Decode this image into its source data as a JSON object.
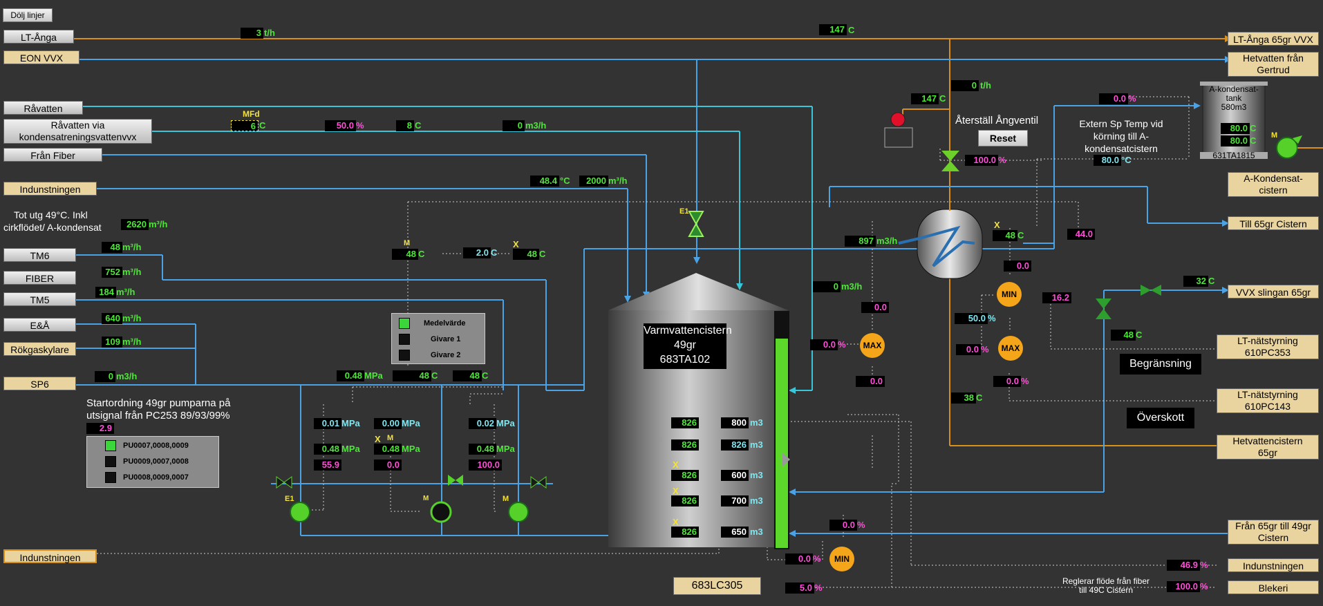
{
  "toolbar": {
    "hide_lines": "Dölj linjer"
  },
  "left_labels": {
    "lt_anga": "LT-Ånga",
    "eon_vvx": "EON VVX",
    "ravatten": "Råvatten",
    "ravatten_via_1": "Råvatten  via",
    "ravatten_via_2": "kondensatreningsvattenvvx",
    "fran_fiber": "Från Fiber",
    "indunstningen_top": "Indunstningen",
    "tm6": "TM6",
    "fiber": "FIBER",
    "tm5": "TM5",
    "ea": "E&Å",
    "rokgaskylare": "Rökgaskylare",
    "sp6": "SP6",
    "indunstningen_bottom": "Indunstningen"
  },
  "right_labels": {
    "lt_anga_65": "LT-Ånga 65gr VVX",
    "hetvatten_gertrud_1": "Hetvatten från",
    "hetvatten_gertrud_2": "Gertrud",
    "a_kondensat_1": "A-Kondensat-",
    "a_kondensat_2": "cistern",
    "till_65gr": "Till 65gr Cistern",
    "vvx_slingan": "VVX slingan 65gr",
    "lt_nat_353_1": "LT-nätstyrning",
    "lt_nat_353_2": "610PC353",
    "lt_nat_143_1": "LT-nätstyrning",
    "lt_nat_143_2": "610PC143",
    "hetvattencistern_1": "Hetvattencistern",
    "hetvattencistern_2": "65gr",
    "fran_65_1": "Från 65gr till 49gr",
    "fran_65_2": "Cistern",
    "indunstningen": "Indunstningen",
    "blekeri": "Blekeri"
  },
  "texts": {
    "tot_utg_1": "Tot utg 49°C. Inkl",
    "tot_utg_2": "cirkflödet/ A-kondensat",
    "mfd": "MFd",
    "aterstall": "Återställ Ångventil",
    "reset": "Reset",
    "extern_1": "Extern Sp Temp vid",
    "extern_2": "körning till A-",
    "extern_3": "kondensatcistern",
    "a_tank_1": "A-kondensat-",
    "a_tank_2": "tank",
    "a_tank_3": "580m3",
    "a_tank_tag": "631TA1815",
    "cistern_1": "Varmvattencistern",
    "cistern_2": "49gr",
    "cistern_3": "683TA102",
    "begransning": "Begränsning",
    "overskott": "Överskott",
    "startordning_1": "Startordning 49gr pumparna på",
    "startordning_2": "utsignal från PC253 89/93/99%",
    "reglerar_1": "Reglerar flöde från fiber",
    "reglerar_2": "till 49C Cistern",
    "lc305": "683LC305",
    "e1_a": "E1",
    "e1_b": "E1",
    "m_a": "M",
    "m_b": "M",
    "m_c": "M",
    "m_d": "M",
    "x_a": "X",
    "x_b": "X",
    "x_c": "X",
    "x_d": "X",
    "x_e": "X",
    "x_f": "X",
    "min": "MIN",
    "max": "MAX"
  },
  "legend_temp": {
    "medel": "Medelvärde",
    "g1": "Givare 1",
    "g2": "Givare 2"
  },
  "legend_pump": {
    "p1": "PU0007,0008,0009",
    "p2": "PU0009,0007,0008",
    "p3": "PU0008,0009,0007"
  },
  "values": {
    "lt_flow": "3",
    "lt_flow_u": "t/h",
    "temp147a": "147",
    "u_c": "C",
    "mfd_val": "6",
    "pct50": "50.0",
    "u_pct": "%",
    "v8": "8",
    "m3h0a": "0",
    "u_m3h": "m3/h",
    "anga0": "0",
    "u_th": "t/h",
    "temp147b": "147",
    "ventil100": "100.0",
    "pct_top": "0.0",
    "ext_sp": "80.0",
    "u_degc": "°C",
    "tank80a": "80.0",
    "tank80b": "80.0",
    "ind_temp": "48.4",
    "ind_flow": "2000",
    "u_m3h2": "m³/h",
    "tot2620": "2620",
    "tm6": "48",
    "fiber": "752",
    "tm5": "184",
    "ea": "640",
    "rok": "109",
    "sp6": "0",
    "t48a": "48",
    "t20": "2.0",
    "t48b": "48",
    "f897": "897",
    "t48c": "48",
    "v44": "44.0",
    "f0b": "0",
    "v00a": "0.0",
    "v00b": "0.0",
    "v00c": "0.0",
    "v50b": "50.0",
    "v162": "16.2",
    "v00d": "0.0",
    "v00e": "0.0",
    "t32": "32",
    "t48d": "48",
    "t38": "38",
    "p048": "0.48",
    "u_mpa": "MPa",
    "t48e": "48",
    "t48f": "48",
    "p001": "0.01",
    "p000": "0.00",
    "p002": "0.02",
    "p048b": "0.48",
    "p048c": "0.48",
    "p048d": "0.48",
    "o559": "55.9",
    "o00": "0.0",
    "o100": "100.0",
    "start29": "2.9",
    "l826a": "826",
    "l826b": "826",
    "l826c": "826",
    "l826d": "826",
    "l826e": "826",
    "m800": "800",
    "m826": "826",
    "m600": "600",
    "m700": "700",
    "m650": "650",
    "u_m3": "m3",
    "b00": "0.0",
    "b00b": "0.0",
    "b50": "5.0",
    "b469": "46.9",
    "b100": "100.0"
  },
  "colors": {
    "steam": "#d9901a",
    "water": "#4aa3e6",
    "cyan": "#39c6d8",
    "gray_pipe": "#d0d0d0"
  }
}
